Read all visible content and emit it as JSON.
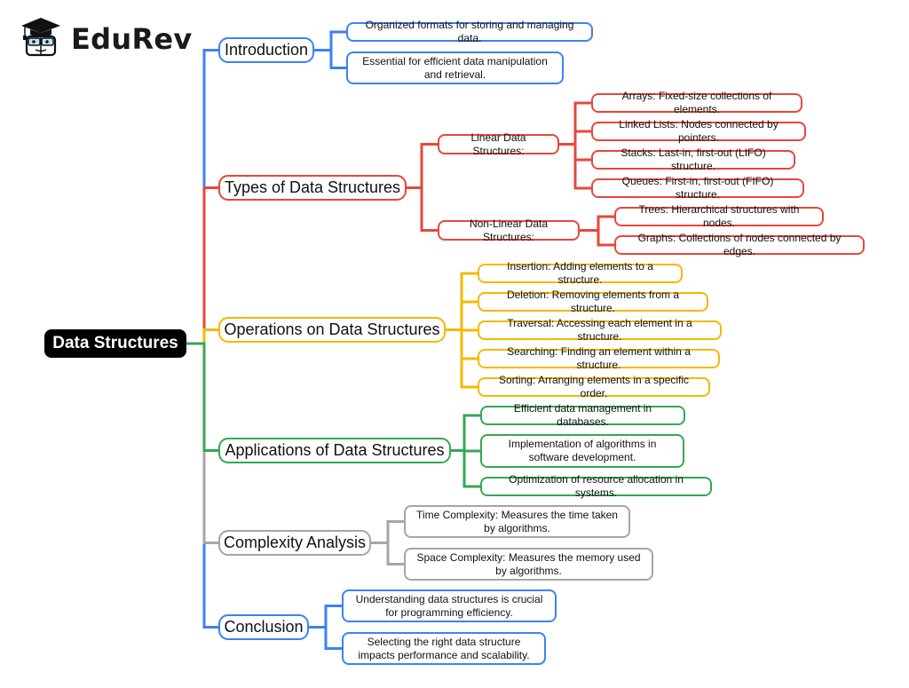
{
  "brand": {
    "name": "EduRev",
    "icon": "graduation-cap-mascot-icon"
  },
  "mindmap": {
    "root": {
      "label": "Data Structures"
    },
    "colors": {
      "blue": "#3b82f6",
      "red": "#e8473c",
      "yellow": "#f5b800",
      "green": "#34a853",
      "gray": "#a6a6a6"
    },
    "branches": [
      {
        "label": "Introduction",
        "color": "blue",
        "children": [
          {
            "label": "Organized formats for storing and managing data."
          },
          {
            "label": "Essential for efficient data manipulation and retrieval."
          }
        ]
      },
      {
        "label": "Types of Data Structures",
        "color": "red",
        "children": [
          {
            "label": "Linear Data Structures:",
            "children": [
              {
                "label": "Arrays: Fixed-size collections of elements."
              },
              {
                "label": "Linked Lists: Nodes connected by pointers."
              },
              {
                "label": "Stacks: Last-in, first-out (LIFO) structure."
              },
              {
                "label": "Queues: First-in, first-out (FIFO) structure."
              }
            ]
          },
          {
            "label": "Non-Linear Data Structures:",
            "children": [
              {
                "label": "Trees: Hierarchical structures with nodes."
              },
              {
                "label": "Graphs: Collections of nodes connected by edges."
              }
            ]
          }
        ]
      },
      {
        "label": "Operations on Data Structures",
        "color": "yellow",
        "children": [
          {
            "label": "Insertion: Adding elements to a structure."
          },
          {
            "label": "Deletion: Removing elements from a structure."
          },
          {
            "label": "Traversal: Accessing each element in a structure."
          },
          {
            "label": "Searching: Finding an element within a structure."
          },
          {
            "label": "Sorting: Arranging elements in a specific order."
          }
        ]
      },
      {
        "label": "Applications of Data Structures",
        "color": "green",
        "children": [
          {
            "label": "Efficient data management in databases."
          },
          {
            "label": "Implementation of algorithms in software development."
          },
          {
            "label": "Optimization of resource allocation in systems."
          }
        ]
      },
      {
        "label": "Complexity Analysis",
        "color": "gray",
        "children": [
          {
            "label": "Time Complexity: Measures the time taken by algorithms."
          },
          {
            "label": "Space Complexity: Measures the memory used by algorithms."
          }
        ]
      },
      {
        "label": "Conclusion",
        "color": "blue",
        "children": [
          {
            "label": "Understanding data structures is crucial for programming efficiency."
          },
          {
            "label": "Selecting the right data structure impacts performance and scalability."
          }
        ]
      }
    ]
  }
}
